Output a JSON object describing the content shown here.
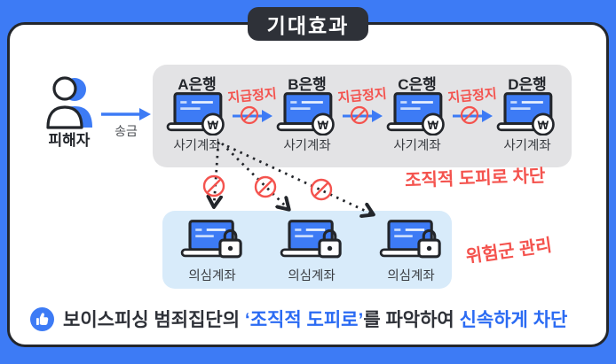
{
  "title": {
    "badge": "기대효과"
  },
  "flow": {
    "victim_label": "피해자",
    "transfer_label": "송금",
    "banks": [
      {
        "name": "A은행",
        "account": "사기계좌"
      },
      {
        "name": "B은행",
        "account": "사기계좌"
      },
      {
        "name": "C은행",
        "account": "사기계좌"
      },
      {
        "name": "D은행",
        "account": "사기계좌"
      }
    ],
    "stops": [
      {
        "label": "지급정지"
      },
      {
        "label": "지급정지"
      },
      {
        "label": "지급정지"
      }
    ],
    "escape_note": "조직적 도피로 차단"
  },
  "suspicious": {
    "accounts": [
      {
        "label": "의심계좌"
      },
      {
        "label": "의심계좌"
      },
      {
        "label": "의심계좌"
      }
    ],
    "risk_note": "위험군 관리"
  },
  "summary": {
    "prefix": "보이스피싱 범죄집단의 ",
    "highlight_escape": "‘조직적 도피로’",
    "middle": "를 파악하여 ",
    "highlight_block": "신속하게 차단"
  },
  "icons": {
    "won_letter": "W"
  },
  "colors": {
    "frame_blue": "#3D7BF5",
    "badge_dark": "#2E3138",
    "accent_red": "#F4534E",
    "accent_blue": "#2B6BF3",
    "panel_gray": "#E3E3E5",
    "panel_lightblue": "#D8EBFA",
    "outline_dark": "#23262B"
  }
}
